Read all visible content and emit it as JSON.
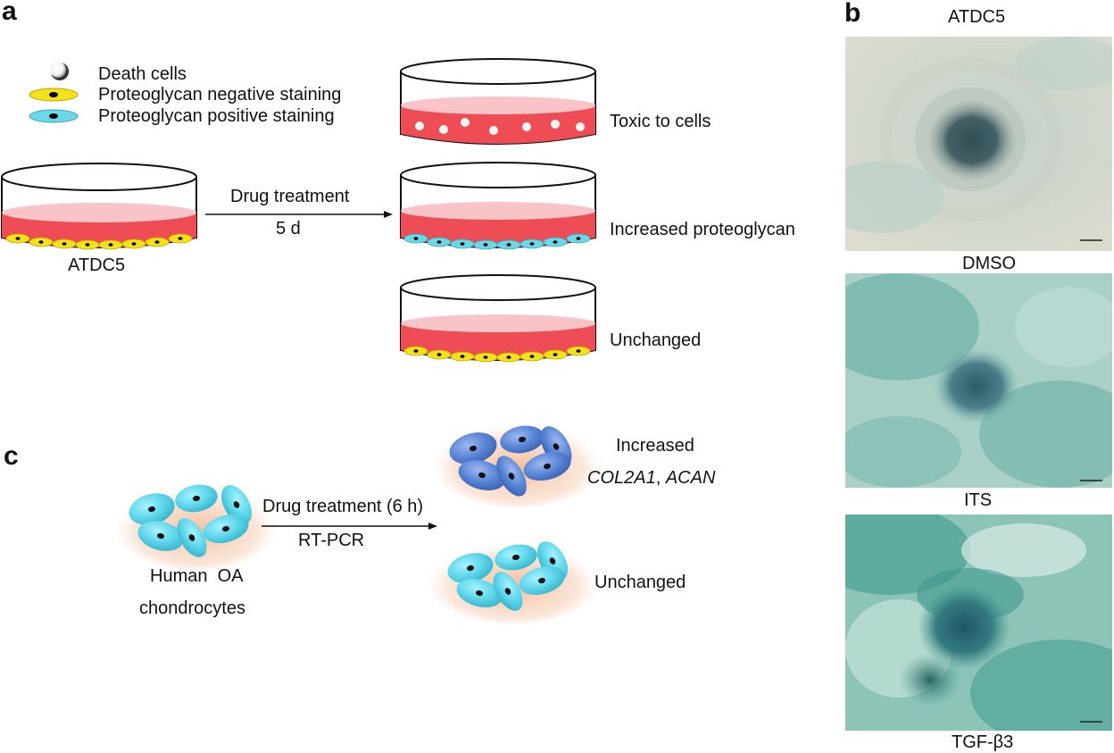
{
  "panels": {
    "a": "a",
    "b": "b",
    "c": "c"
  },
  "legend": {
    "death": "Death cells",
    "negative": "Proteoglycan negative staining",
    "positive": "Proteoglycan positive staining"
  },
  "panel_a": {
    "source_label": "ATDC5",
    "arrow_top": "Drug treatment",
    "arrow_bottom": "5 d",
    "outcomes": [
      "Toxic to cells",
      "Increased proteoglycan",
      "Unchanged"
    ]
  },
  "panel_b": {
    "title": "ATDC5",
    "images": [
      {
        "label": "DMSO",
        "base": "#dcdcd0",
        "stain": "#b9cfc6",
        "center": "#2f4f55"
      },
      {
        "label": "ITS",
        "base": "#a8d0c6",
        "stain": "#5fa9a0",
        "center": "#2d5a6a"
      },
      {
        "label": "TGF-β3",
        "base": "#8cc5b8",
        "stain": "#3f9a8e",
        "center": "#1f5666"
      }
    ]
  },
  "panel_c": {
    "source_line1": "Human  OA",
    "source_line2": "chondrocytes",
    "arrow_top": "Drug treatment (6 h)",
    "arrow_bottom": "RT-PCR",
    "increased_line1": "Increased",
    "increased_gene1": "COL2A1",
    "increased_sep": ", ",
    "increased_gene2": "ACAN",
    "unchanged": "Unchanged"
  },
  "colors": {
    "medium": "#ef4d55",
    "medium_top": "#f8c4c8",
    "negative_cell": "#f2e21a",
    "positive_cell": "#6ad8e8",
    "chondro_light": "#5fd6ea",
    "chondro_dark": "#4d7ed0"
  }
}
